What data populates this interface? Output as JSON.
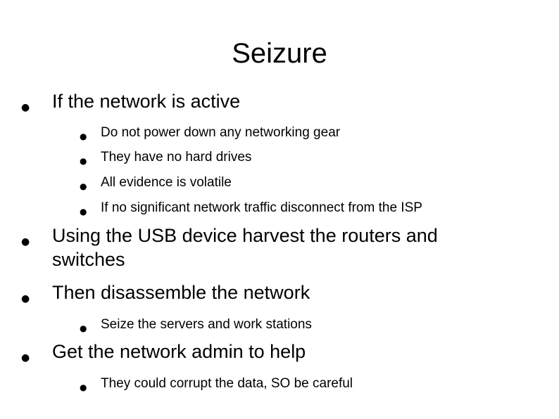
{
  "slide": {
    "title": "Seizure",
    "bullet_symbol": "●",
    "items": [
      {
        "text": "If the network is active",
        "subitems": [
          "Do not power down any networking gear",
          "They have no hard drives",
          "All evidence is volatile",
          "If no significant network traffic disconnect from the ISP"
        ]
      },
      {
        "text": "Using the USB device harvest the routers and switches",
        "subitems": []
      },
      {
        "text": "Then disassemble the network",
        "subitems": [
          "Seize the servers and work stations"
        ]
      },
      {
        "text": "Get the network admin to help",
        "subitems": [
          "They could corrupt the data, SO be careful"
        ]
      }
    ]
  }
}
